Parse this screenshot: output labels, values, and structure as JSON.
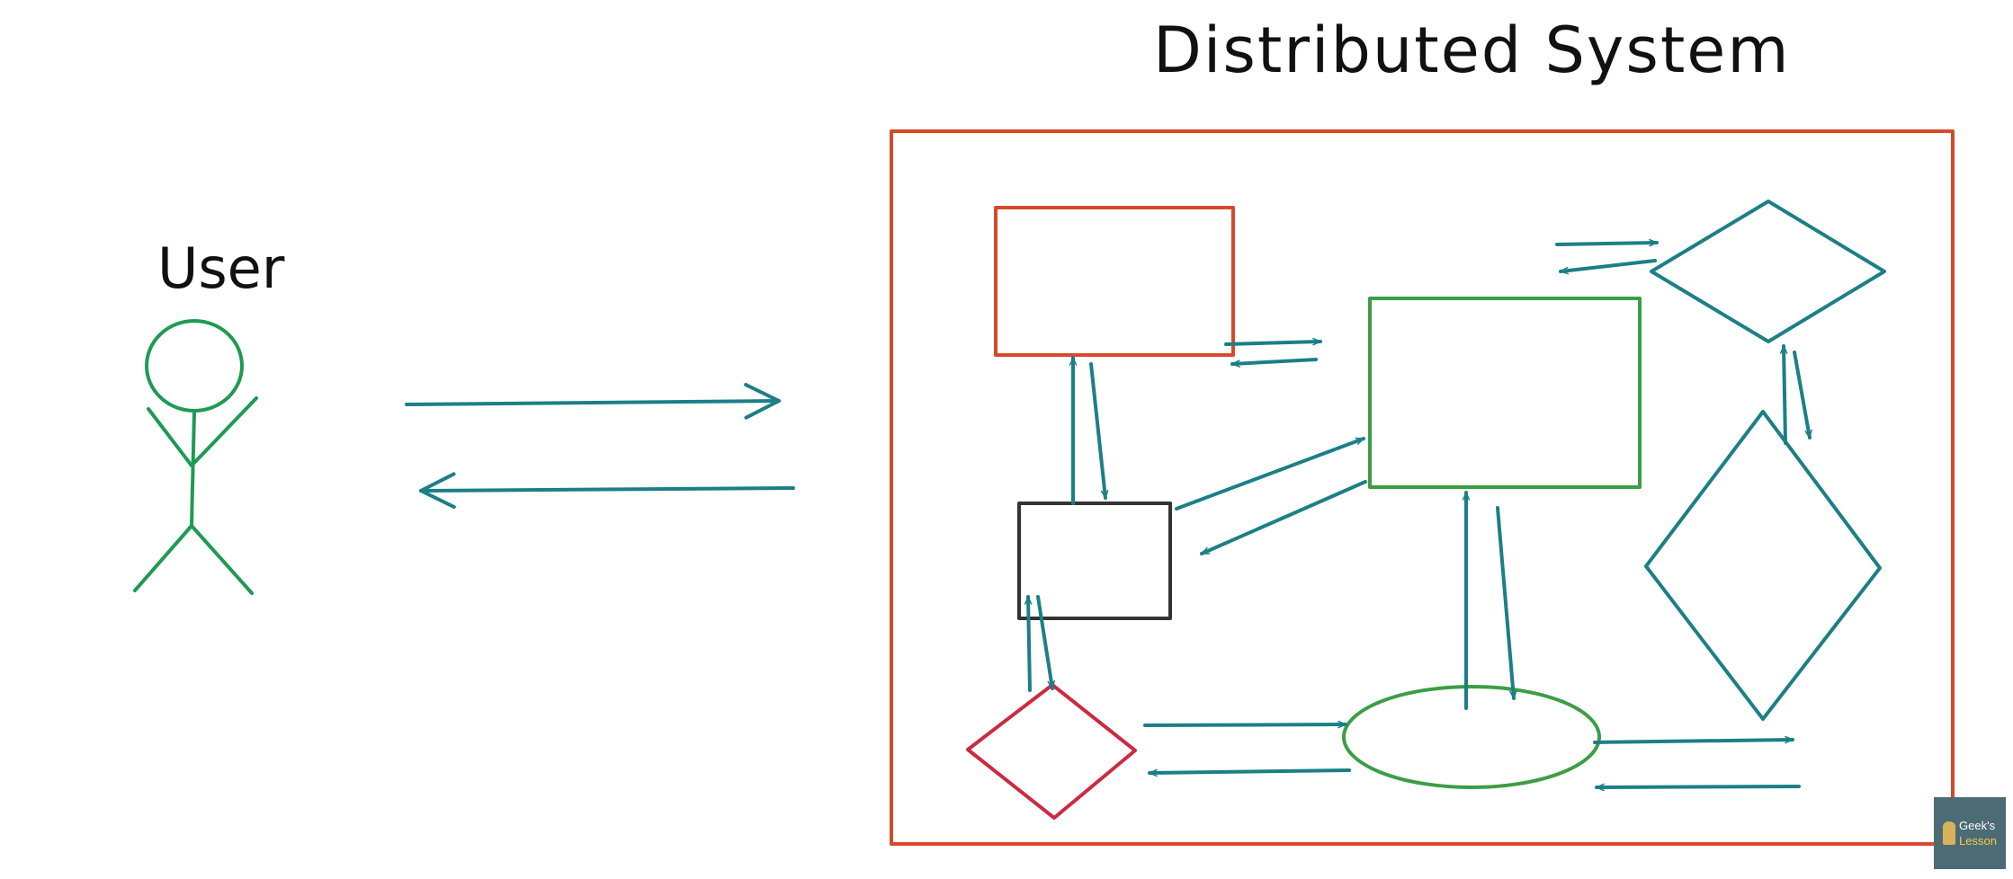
{
  "diagram": {
    "title": "Distributed System",
    "user_label": "User"
  },
  "logo": {
    "line1": "Geek's",
    "line2": "Lesson"
  },
  "colors": {
    "arrow": "#1c7f86",
    "system_border": "#d64a2b",
    "stick_figure": "#1f9a55",
    "green_shape": "#3c9d45",
    "dark_box": "#333333",
    "red_diamond": "#cc2a40",
    "teal_diamond": "#1c7f86"
  }
}
